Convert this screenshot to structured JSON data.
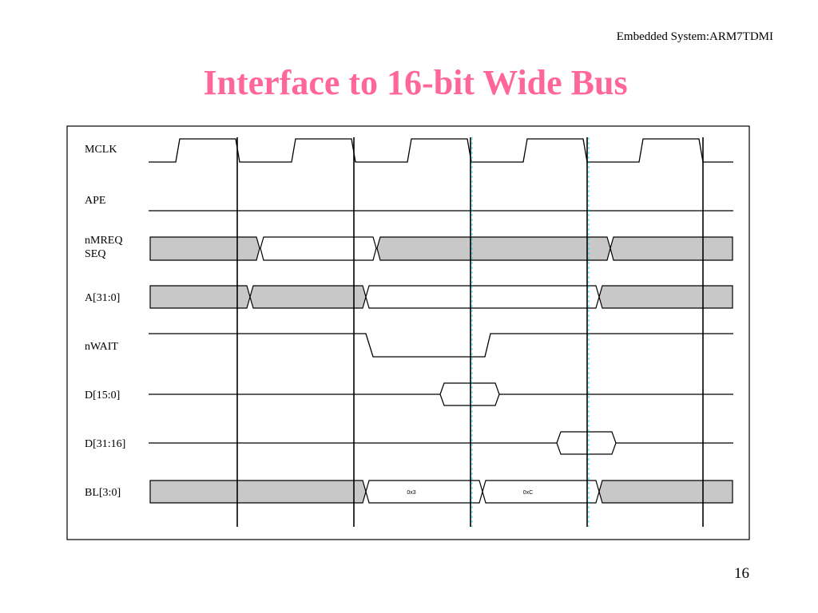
{
  "header": {
    "subtitle": "Embedded System:ARM7TDMI"
  },
  "slide": {
    "title": "Interface to 16-bit Wide Bus",
    "page_number": "16"
  },
  "diagram": {
    "signals": {
      "mclk": "MCLK",
      "ape": "APE",
      "nmreq": "nMREQ",
      "seq": "SEQ",
      "addr": "A[31:0]",
      "nwait": "nWAIT",
      "d_low": "D[15:0]",
      "d_high": "D[31:16]",
      "bl": "BL[3:0]"
    },
    "bl_values": {
      "first": "0x3",
      "second": "0xC"
    },
    "colors": {
      "title": "#ff6699",
      "bus_hatch": "#c8c8c8",
      "cycle_marker": "#00ccdd"
    }
  }
}
